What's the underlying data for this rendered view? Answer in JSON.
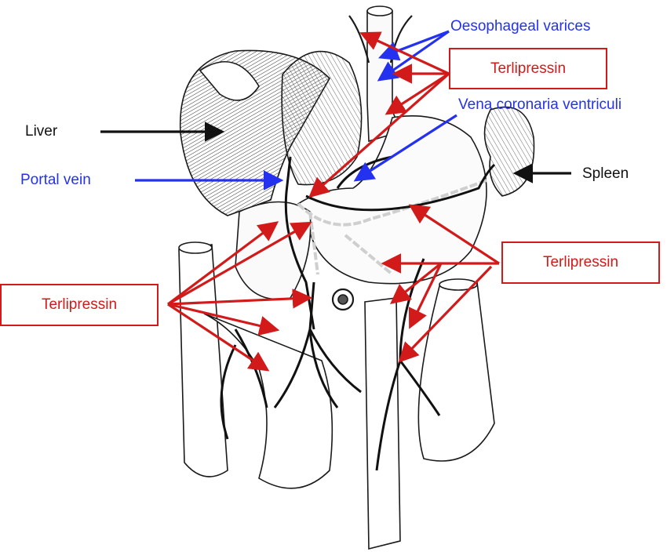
{
  "figure": {
    "description": "Anatomical illustration of the portal venous system with terlipressin sites of action",
    "colors": {
      "anatomy_label": "#111111",
      "vessel_label": "#2432f0",
      "drug_label": "#d21a1a",
      "drawing_ink": "#1a1a1a",
      "dashed_outline": "#cfcfcf"
    }
  },
  "labels": {
    "liver": "Liver",
    "portal_vein": "Portal vein",
    "spleen": "Spleen",
    "oesophageal_varices": "Oesophageal varices",
    "vena_coronaria_ventriculi": "Vena coronaria ventriculi"
  },
  "drug_boxes": {
    "top": "Terlipressin",
    "right": "Terlipressin",
    "left": "Terlipressin"
  }
}
